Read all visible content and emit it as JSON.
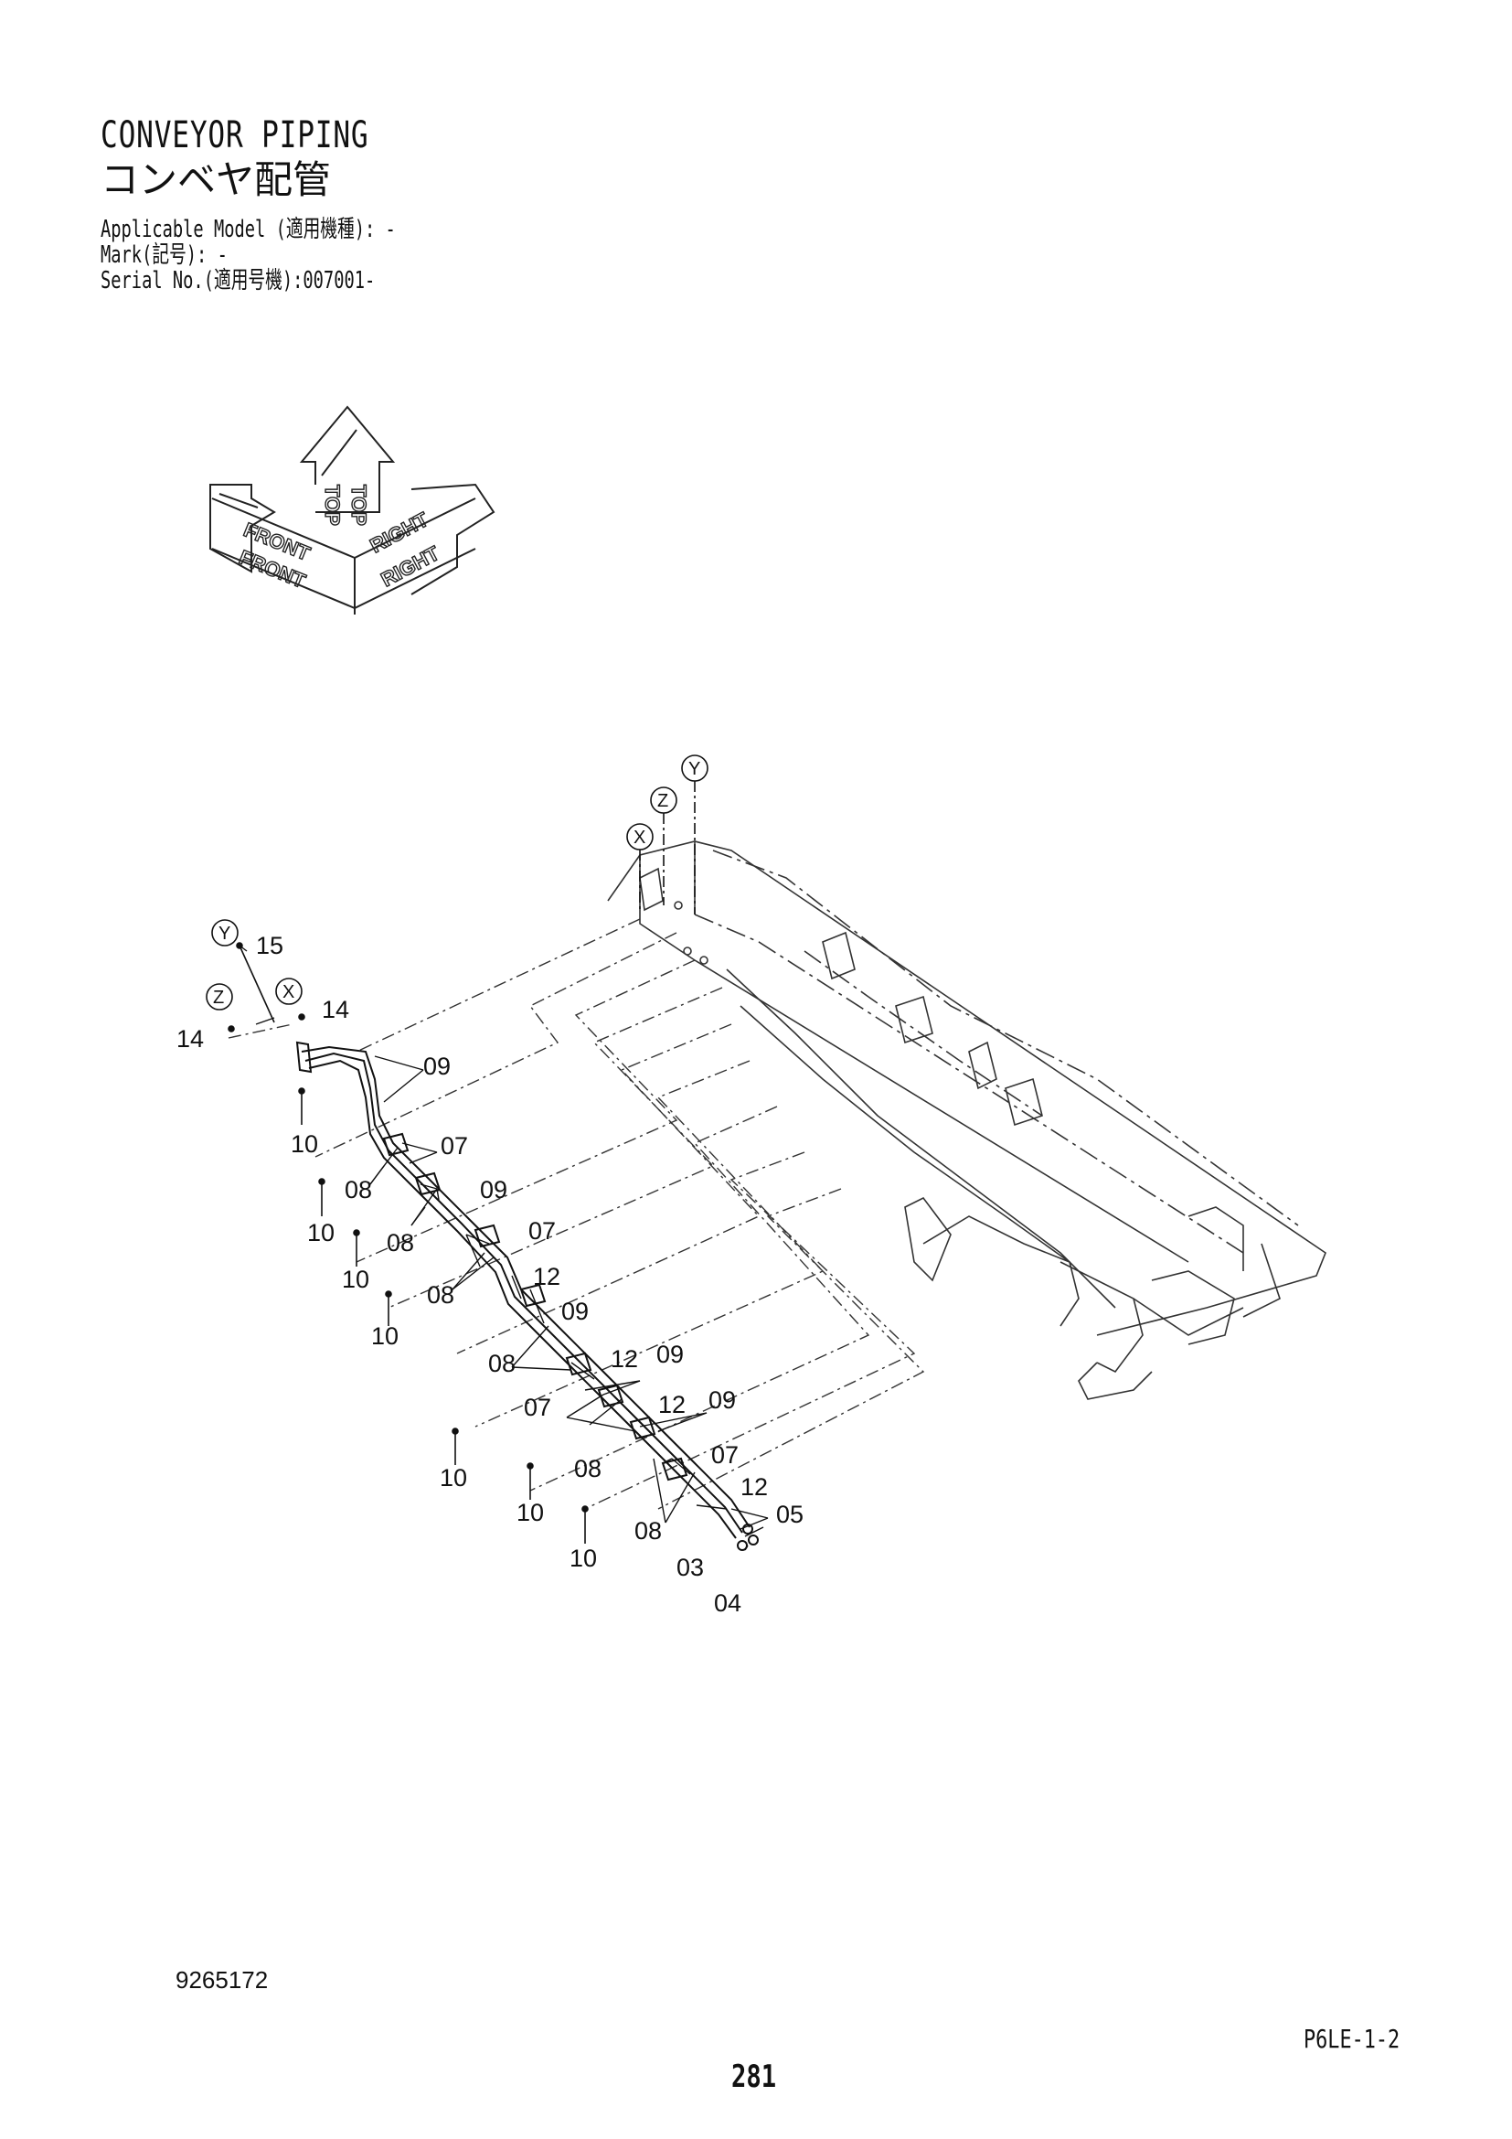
{
  "header": {
    "title_en": "CONVEYOR PIPING",
    "title_jp": "コンベヤ配管",
    "applicable_model": "Applicable Model (適用機種): -",
    "mark": "Mark(記号): -",
    "serial_no": "Serial No.(適用号機):007001-"
  },
  "orientation": {
    "front": "FRONT",
    "top": "TOP",
    "right": "RIGHT"
  },
  "diagram": {
    "view_markers": [
      "X",
      "Z",
      "Y"
    ],
    "callouts": {
      "c15": "15",
      "c14a": "14",
      "c14b": "14",
      "c09a": "09",
      "c10a": "10",
      "c07a": "07",
      "c08a": "08",
      "c09b": "09",
      "c10b": "10",
      "c08b": "08",
      "c07b": "07",
      "c10c": "10",
      "c08c": "08",
      "c12a": "12",
      "c10d": "10",
      "c09c": "09",
      "c08d": "08",
      "c12b": "12",
      "c09d": "09",
      "c07c": "07",
      "c12c": "12",
      "c09e": "09",
      "c10e": "10",
      "c08e": "08",
      "c07d": "07",
      "c10f": "10",
      "c12d": "12",
      "c08f": "08",
      "c05": "05",
      "c10g": "10",
      "c03": "03",
      "c04": "04"
    }
  },
  "footer": {
    "doc_number": "9265172",
    "page_code": "P6LE-1-2",
    "page_number": "281"
  }
}
